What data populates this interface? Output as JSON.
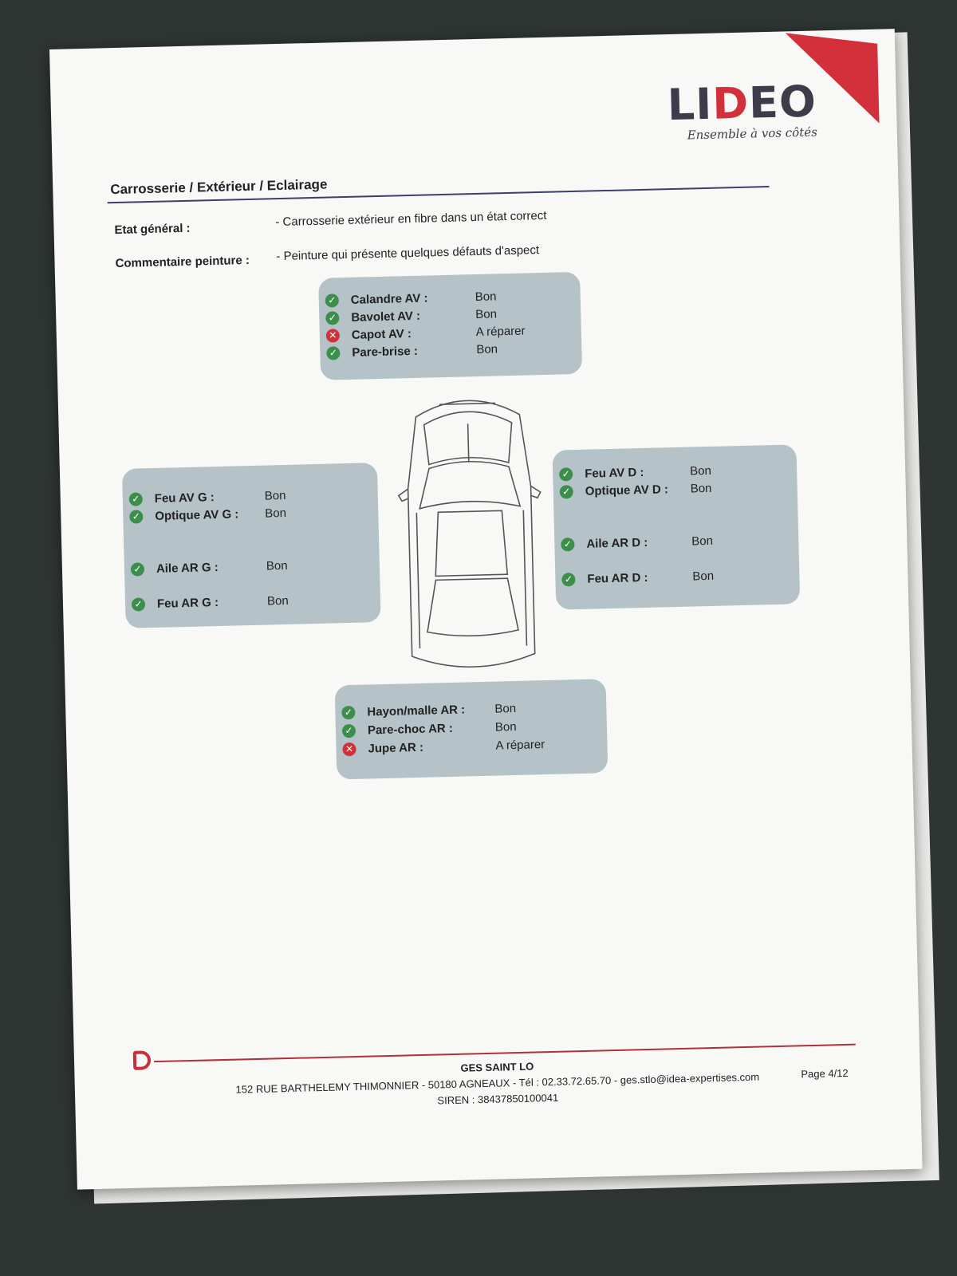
{
  "brand": {
    "logo_text": "LIDEO",
    "tagline": "Ensemble à vos côtés",
    "accent": "#d2303b",
    "dark": "#3c3c4a"
  },
  "section": {
    "title": "Carrosserie / Extérieur / Eclairage"
  },
  "fields": [
    {
      "label": "Etat général :",
      "value": "- Carrosserie extérieur en fibre dans un état correct"
    },
    {
      "label": "Commentaire peinture :",
      "value": "- Peinture qui présente quelques défauts d'aspect"
    }
  ],
  "boxes": {
    "front": [
      {
        "label": "Calandre AV :",
        "value": "Bon",
        "status": "ok"
      },
      {
        "label": "Bavolet AV :",
        "value": "Bon",
        "status": "ok"
      },
      {
        "label": "Capot AV :",
        "value": "A réparer",
        "status": "bad"
      },
      {
        "label": "Pare-brise :",
        "value": "Bon",
        "status": "ok"
      }
    ],
    "left": [
      {
        "label": "Feu AV G :",
        "value": "Bon",
        "status": "ok"
      },
      {
        "label": "Optique AV G :",
        "value": "Bon",
        "status": "ok"
      },
      {
        "label": "Aile AR G :",
        "value": "Bon",
        "status": "ok"
      },
      {
        "label": "Feu AR G :",
        "value": "Bon",
        "status": "ok"
      }
    ],
    "right": [
      {
        "label": "Feu AV D :",
        "value": "Bon",
        "status": "ok"
      },
      {
        "label": "Optique AV D :",
        "value": "Bon",
        "status": "ok"
      },
      {
        "label": "Aile AR D :",
        "value": "Bon",
        "status": "ok"
      },
      {
        "label": "Feu AR D :",
        "value": "Bon",
        "status": "ok"
      }
    ],
    "rear": [
      {
        "label": "Hayon/malle AR :",
        "value": "Bon",
        "status": "ok"
      },
      {
        "label": "Pare-choc AR :",
        "value": "Bon",
        "status": "ok"
      },
      {
        "label": "Jupe AR :",
        "value": "A réparer",
        "status": "bad"
      }
    ]
  },
  "icons": {
    "ok": "check-circle-icon",
    "bad": "x-circle-icon"
  },
  "footer": {
    "company": "GES SAINT LO",
    "address": "152 RUE BARTHELEMY THIMONNIER - 50180 AGNEAUX - Tél : 02.33.72.65.70 - ges.stlo@idea-expertises.com",
    "siren": "SIREN : 38437850100041",
    "page": "Page 4/12"
  }
}
